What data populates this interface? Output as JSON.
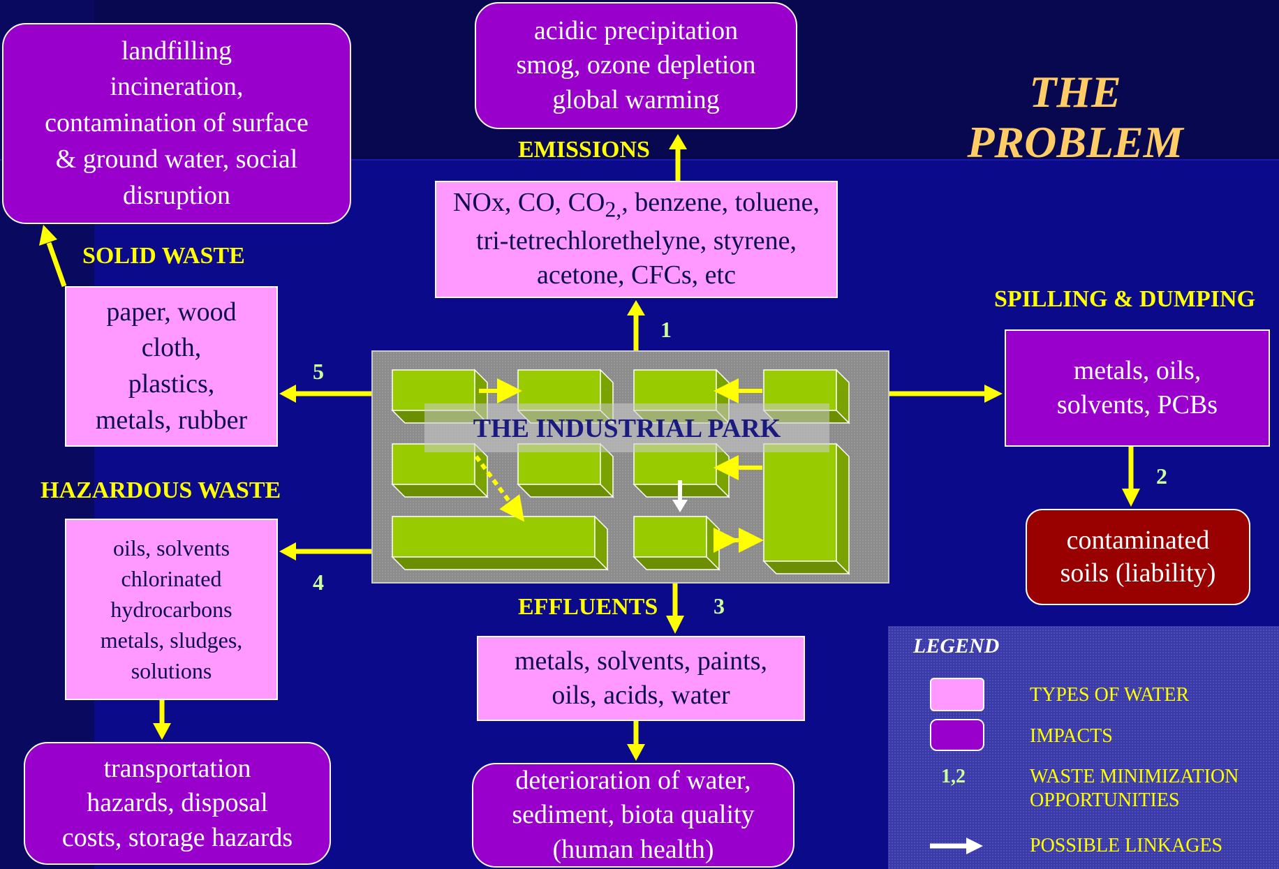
{
  "title": "THE\nPROBLEM",
  "center": {
    "label": "THE INDUSTRIAL PARK"
  },
  "emissions": {
    "label": "EMISSIONS",
    "types_html": "NOx, CO, CO<sub>2,</sub>, benzene, toluene, tri-tetrechlorethelyne, styrene, acetone, CFCs, etc",
    "impacts": "acidic precipitation\nsmog, ozone depletion\nglobal warming",
    "number": "1"
  },
  "solid_waste": {
    "label": "SOLID WASTE",
    "types": "paper, wood\ncloth,\nplastics,\nmetals, rubber",
    "impacts": "landfilling\nincineration,\ncontamination of surface\n& ground water, social\ndisruption",
    "number": "5"
  },
  "hazardous_waste": {
    "label": "HAZARDOUS WASTE",
    "types": "oils, solvents\nchlorinated\nhydrocarbons\nmetals, sludges,\nsolutions",
    "impacts": "transportation\nhazards, disposal\ncosts, storage hazards",
    "number": "4"
  },
  "effluents": {
    "label": "EFFLUENTS",
    "types": "metals, solvents, paints,\noils, acids, water",
    "impacts": "deterioration of water,\nsediment, biota quality\n(human health)",
    "number": "3"
  },
  "spilling": {
    "label": "SPILLING & DUMPING",
    "types": "metals, oils,\nsolvents, PCBs",
    "impacts": "contaminated\nsoils (liability)",
    "number": "2"
  },
  "legend": {
    "title": "LEGEND",
    "types_label": "TYPES OF WATER",
    "impacts_label": "IMPACTS",
    "opportunities_marker": "1,2",
    "opportunities_label": "WASTE MINIMIZATION\nOPPORTUNITIES",
    "linkages_label": "POSSIBLE LINKAGES"
  },
  "colors": {
    "background": "#0a0a8a",
    "impact_box": "#9900cc",
    "type_box": "#ff99ff",
    "liability_box": "#990000",
    "arrow": "#ffff00",
    "building": "#99cc00",
    "title": "#ffcc66",
    "number": "#ccff99"
  }
}
